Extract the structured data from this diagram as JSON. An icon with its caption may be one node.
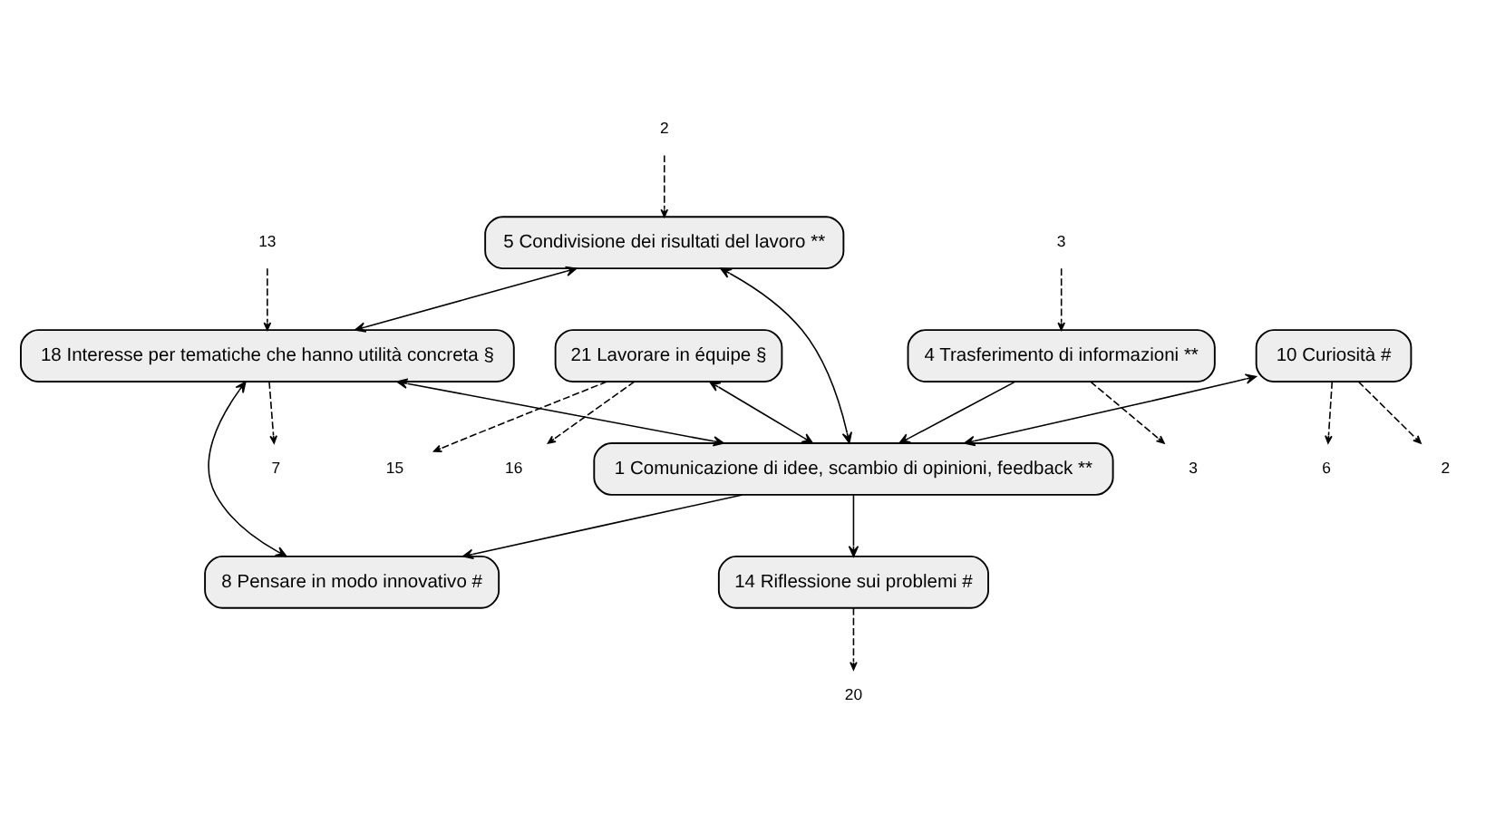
{
  "diagram": {
    "nodes": [
      {
        "text": [
          "10 Curiosità #"
        ]
      },
      {
        "text": [
          "14 Riflessione sui problemi #"
        ]
      },
      {
        "text": [
          "21 Lavorare in équipe §"
        ]
      },
      {
        "text": [
          "18 Interesse per tematiche che hanno utilità concreta §"
        ]
      },
      {
        "text": [
          "5 Condivisione dei risultati del lavoro **"
        ]
      },
      {
        "text": [
          "8 Pensare in modo innovativo #"
        ]
      },
      {
        "text": [
          "4 Trasferimento di informazioni **"
        ]
      },
      {
        "text": [
          "1 Comunicazione di idee, scambio di opinioni, feedback **"
        ]
      },
      {
        "text": [
          "6"
        ]
      },
      {
        "text": [
          "2"
        ]
      },
      {
        "text": [
          "20"
        ]
      },
      {
        "text": [
          "15"
        ]
      },
      {
        "text": [
          "16"
        ]
      },
      {
        "text": [
          "7"
        ]
      },
      {
        "text": [
          "13"
        ]
      },
      {
        "text": [
          "2"
        ]
      },
      {
        "text": [
          "3"
        ]
      },
      {
        "text": [
          "3"
        ]
      }
    ],
    "edges": [
      {
        "from": 0,
        "to": 7,
        "arrow": "both"
      },
      {
        "from": 7,
        "to": 1,
        "arrow": "to"
      },
      {
        "from": 2,
        "to": 7,
        "arrow": "both"
      },
      {
        "from": 4,
        "to": 3,
        "arrow": "both"
      },
      {
        "from": 4,
        "to": 7,
        "arrow": "both"
      },
      {
        "from": 3,
        "to": 7,
        "arrow": "both"
      },
      {
        "from": 3,
        "to": 5,
        "arrow": "both"
      },
      {
        "from": 6,
        "to": 7,
        "arrow": "to"
      },
      {
        "from": 7,
        "to": 5,
        "arrow": "to"
      },
      {
        "from": 0,
        "to": 8,
        "arrow": "to",
        "style": "dashed"
      },
      {
        "from": 0,
        "to": 9,
        "arrow": "to",
        "style": "dashed"
      },
      {
        "from": 1,
        "to": 10,
        "arrow": "to",
        "style": "dashed"
      },
      {
        "from": 2,
        "to": 11,
        "arrow": "to",
        "style": "dashed"
      },
      {
        "from": 2,
        "to": 12,
        "arrow": "to",
        "style": "dashed"
      },
      {
        "from": 3,
        "to": 13,
        "arrow": "to",
        "style": "dashed"
      },
      {
        "from": 14,
        "to": 3,
        "arrow": "to",
        "style": "dashed"
      },
      {
        "from": 15,
        "to": 4,
        "arrow": "to",
        "style": "dashed"
      },
      {
        "from": 6,
        "to": 16,
        "arrow": "to",
        "style": "dashed"
      },
      {
        "from": 17,
        "to": 6,
        "arrow": "to",
        "style": "dashed"
      }
    ]
  }
}
